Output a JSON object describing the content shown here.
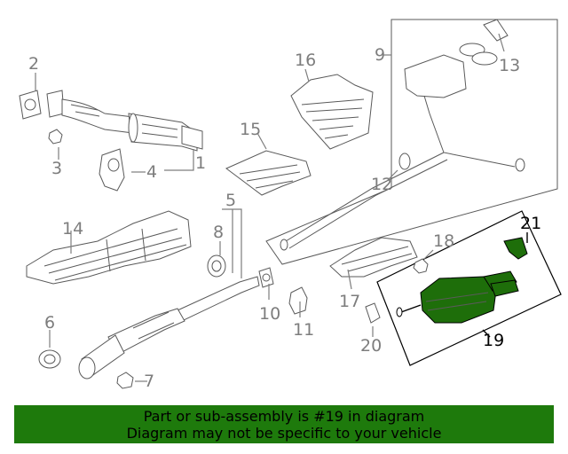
{
  "callouts": {
    "c1": "1",
    "c2": "2",
    "c3": "3",
    "c4": "4",
    "c5": "5",
    "c6": "6",
    "c7": "7",
    "c8": "8",
    "c9": "9",
    "c10": "10",
    "c11": "11",
    "c12": "12",
    "c13": "13",
    "c14": "14",
    "c15": "15",
    "c16": "16",
    "c17": "17",
    "c18": "18",
    "c19": "19",
    "c20": "20",
    "c21": "21"
  },
  "highlight": {
    "color": "#1e6e0a"
  },
  "banner": {
    "line1": "Part or sub-assembly is #19 in diagram",
    "line2": "Diagram may not be specific to your vehicle",
    "color": "#1e7a0c"
  }
}
